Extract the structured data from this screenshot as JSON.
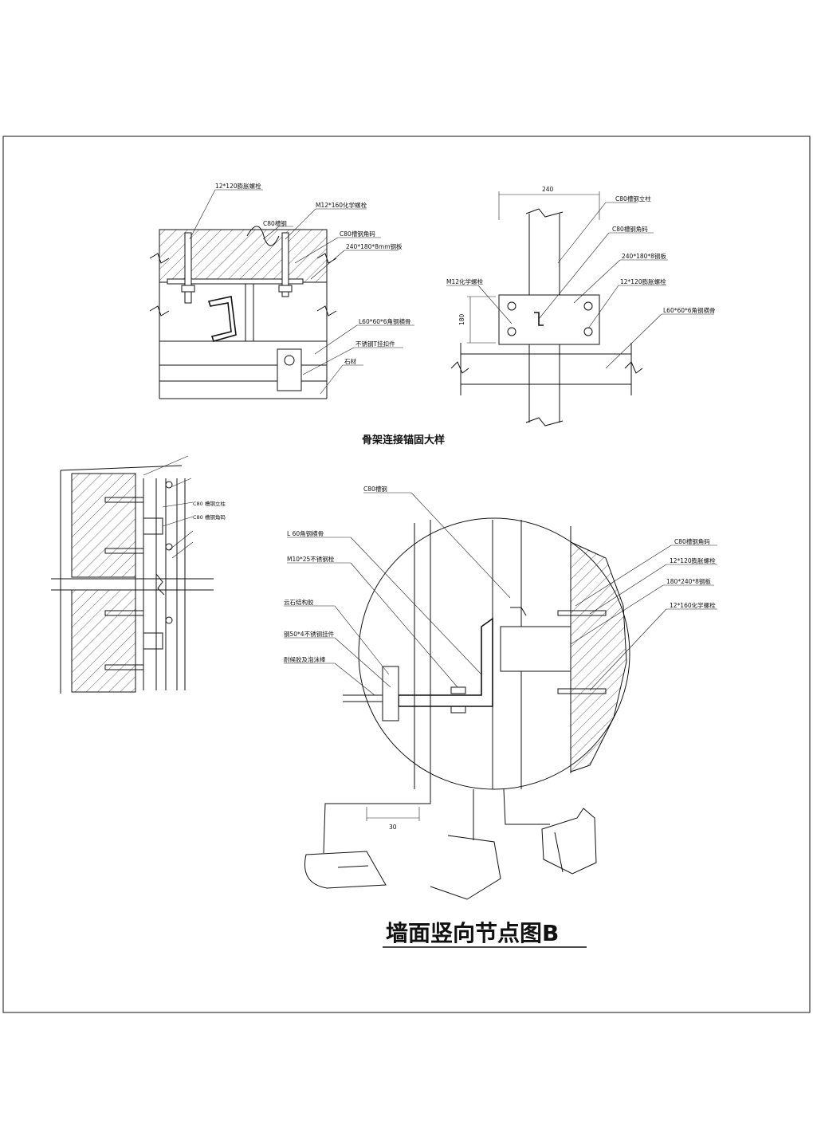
{
  "sheet": {
    "title": "墙面竖向节点图B"
  },
  "anchor_detail": {
    "caption": "骨架连接锚固大样",
    "side_view": {
      "labels": {
        "expansion_bolt": "12*120膨胀螺栓",
        "chemical_bolt": "M12*160化学螺栓",
        "channel": "C80槽钢",
        "channel_angle": "C80槽钢角码",
        "plate": "240*180*8mm钢板",
        "angle_keel": "L60*60*6角钢横骨",
        "stainless_clip": "不锈钢T挂扣件",
        "stone": "石材"
      }
    },
    "front_view": {
      "dimension_width": "240",
      "dimension_height": "180",
      "labels": {
        "channel_post": "C80槽钢立柱",
        "channel_angle": "C80槽钢角码",
        "plate": "240*180*8钢板",
        "expansion_bolt": "12*120膨胀螺栓",
        "chemical_bolt": "M12化学螺栓",
        "angle_keel": "L60*60*6角钢横骨"
      }
    }
  },
  "window_detail": {
    "labels": {
      "channel_post": "C80 槽钢立柱",
      "channel_angle": "C80 槽钢角码"
    }
  },
  "circle_detail": {
    "dimension_bottom": "30",
    "labels": {
      "channel": "C80槽钢",
      "angle_keel": "L 60角钢横骨",
      "stainless_bolt": "M10*25不锈钢栓",
      "stone_adhesive": "云石结构胶",
      "stainless_pendant": "钢50*4不锈钢挂件",
      "sealant": "耐候胶及泡沫棒",
      "channel_angle": "C80槽钢角码",
      "expansion_bolt": "12*120膨胀螺栓",
      "plate": "180*240*8钢板",
      "chemical_bolt": "12*160化学螺栓"
    }
  },
  "icons": {
    "break_mark": "break-line-icon",
    "weld_mark": "weld-symbol-icon",
    "hatch": "concrete-hatch-icon"
  }
}
